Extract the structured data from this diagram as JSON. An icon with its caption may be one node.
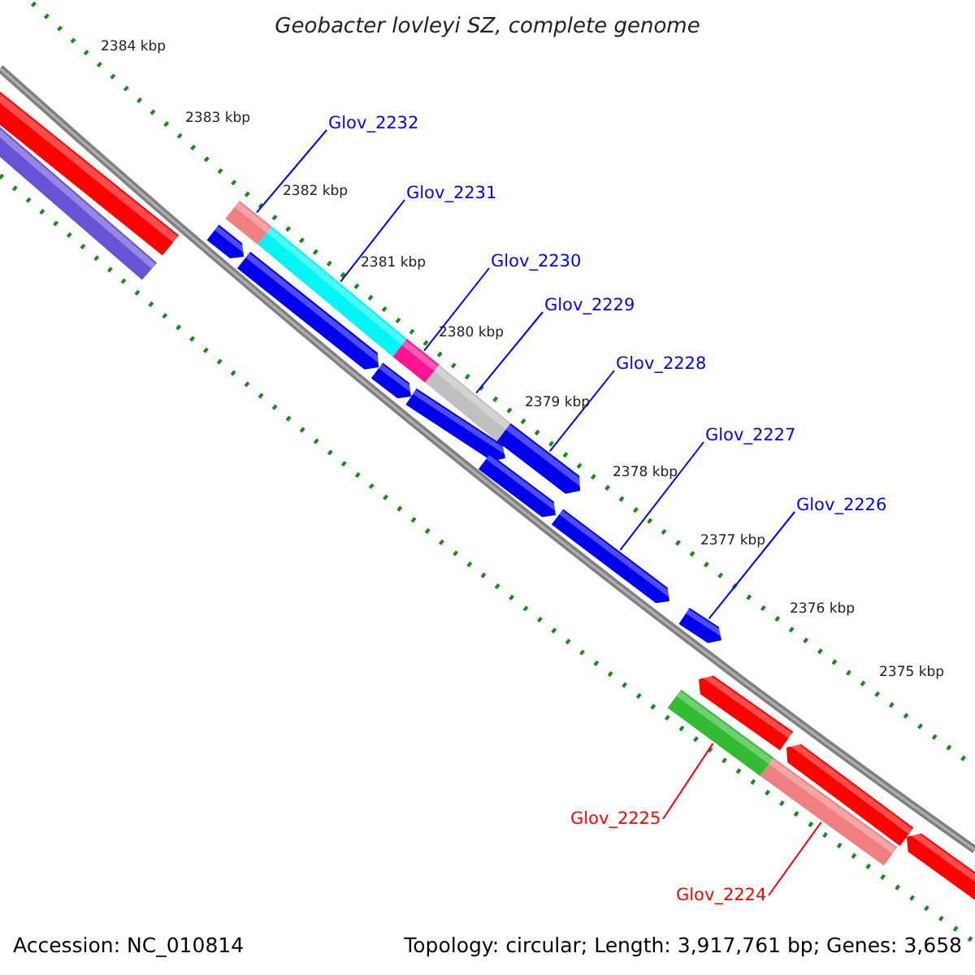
{
  "diagram": {
    "title": "Geobacter lovleyi SZ, complete genome",
    "nodes": [
      {
        "text": [
          "Glov_2232"
        ]
      },
      {
        "text": [
          "Glov_2231"
        ]
      },
      {
        "text": [
          "Glov_2230"
        ]
      },
      {
        "text": [
          "Glov_2229"
        ]
      },
      {
        "text": [
          "Glov_2228"
        ]
      },
      {
        "text": [
          "Glov_2227"
        ]
      },
      {
        "text": [
          "Glov_2226"
        ]
      },
      {
        "text": [
          "Glov_2225"
        ]
      },
      {
        "text": [
          "Glov_2224"
        ]
      },
      {
        "text": [],
        "shape": "bar"
      },
      {
        "text": [],
        "shape": "bar"
      },
      {
        "text": [],
        "shape": "bar"
      },
      {
        "text": [],
        "shape": "bar"
      },
      {
        "text": [],
        "shape": "bar"
      },
      {
        "text": [],
        "shape": "bar"
      },
      {
        "text": [],
        "shape": "bar"
      },
      {
        "text": [],
        "shape": "bar"
      },
      {
        "text": [],
        "shape": "bar"
      },
      {
        "text": [],
        "shape": "bar"
      },
      {
        "text": [],
        "shape": "bar"
      },
      {
        "text": [],
        "shape": "bar"
      },
      {
        "text": [],
        "shape": "bar"
      },
      {
        "text": [],
        "shape": "bar"
      },
      {
        "text": [],
        "shape": "bar"
      },
      {
        "text": [],
        "shape": "bar"
      },
      {
        "text": [],
        "shape": "bar"
      },
      {
        "text": [],
        "shape": "bar"
      },
      {
        "text": [],
        "shape": "bar"
      }
    ],
    "edges": [
      {
        "from": 0,
        "to": 12,
        "arrow": "none"
      },
      {
        "from": 1,
        "to": 14,
        "arrow": "none"
      },
      {
        "from": 2,
        "to": 16,
        "arrow": "none"
      },
      {
        "from": 3,
        "to": 18,
        "arrow": "none"
      },
      {
        "from": 4,
        "to": 20,
        "arrow": "none"
      },
      {
        "from": 5,
        "to": 21,
        "arrow": "none"
      },
      {
        "from": 6,
        "to": 22,
        "arrow": "none"
      },
      {
        "from": 7,
        "to": 23,
        "arrow": "none",
        "color": "#ff0000"
      },
      {
        "from": 8,
        "to": 25,
        "arrow": "none",
        "color": "#ff0000"
      }
    ],
    "labels": [
      "2384 kbp",
      "2383 kbp",
      "2382 kbp",
      "2381 kbp",
      "2380 kbp",
      "2379 kbp",
      "2378 kbp",
      "2377 kbp",
      "2376 kbp",
      "2375 kbp",
      "Accession: NC_010814",
      "Topology: circular; Length: 3,917,761 bp; Genes: 3,658"
    ]
  }
}
